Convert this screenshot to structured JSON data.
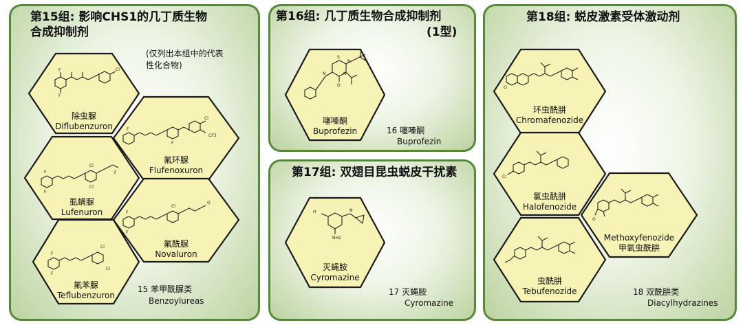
{
  "panels": {
    "g15": {
      "title_line1": "第15组: 影响CHS1的几丁质生物",
      "title_line2": "合成抑制剂",
      "subnote_line1": "(仅列出本组中的代表",
      "subnote_line2": "性化合物)",
      "class_cn": "15 苯甲酰脲类",
      "class_en": "Benzoylureas",
      "compounds": [
        {
          "cn": "除虫脲",
          "en": "Diflubenzuron"
        },
        {
          "cn": "氟环脲",
          "en": "Flufenoxuron"
        },
        {
          "cn": "虱螨脲",
          "en": "Lufenuron"
        },
        {
          "cn": "氟酰脲",
          "en": "Novaluron"
        },
        {
          "cn": "氟苯脲",
          "en": "Teflubenzuron"
        }
      ]
    },
    "g16": {
      "title_line1": "第16组: 几丁质生物合成抑制剂",
      "title_line2": "(1型)",
      "class_cn": "16 噻嗪酮",
      "class_en": "Buprofezin",
      "compounds": [
        {
          "cn": "噻嗪酮",
          "en": "Buprofezin"
        }
      ]
    },
    "g17": {
      "title": "第17组: 双翅目昆虫蜕皮干扰素",
      "class_cn": "17 灭蝇胺",
      "class_en": "Cyromazine",
      "compounds": [
        {
          "cn": "灭蝇胺",
          "en": "Cyromazine"
        }
      ]
    },
    "g18": {
      "title": "第18组: 蜕皮激素受体激动剂",
      "class_cn": "18 双酰肼类",
      "class_en": "Diacylhydrazines",
      "compounds": [
        {
          "cn": "环虫酰肼",
          "en": "Chromafenozide"
        },
        {
          "cn": "氯虫酰肼",
          "en": "Halofenozide"
        },
        {
          "en": "Methoxyfenozide",
          "cn": "甲氧虫酰肼"
        },
        {
          "cn": "虫酰肼",
          "en": "Tebufenozide"
        }
      ]
    }
  },
  "atoms": {
    "cl": "Cl",
    "f": "F",
    "n": "N",
    "s": "S",
    "o": "O",
    "h": "H",
    "nh2": "NH2",
    "cf3": "CF3"
  },
  "colors": {
    "panel_border": "#55883a",
    "panel_fill_edge": "#bcd3a0",
    "hex_fill": "#f6f3b4",
    "hex_border": "#1a1a1a"
  }
}
